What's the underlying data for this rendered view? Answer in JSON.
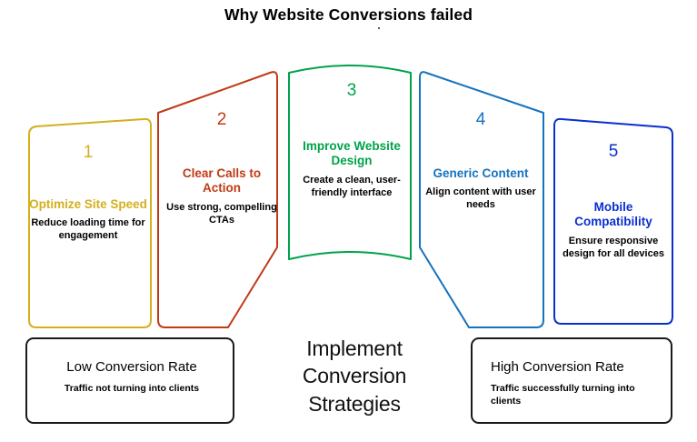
{
  "title": "Why Website Conversions failed",
  "colors": {
    "stage1": "#D4AF1E",
    "stage2": "#C03A16",
    "stage3": "#00A34A",
    "stage4": "#1573BE",
    "stage5": "#0B2FCE",
    "outcome_border": "#1a1a1a",
    "background": "#FFFFFF",
    "text": "#000000"
  },
  "funnel": {
    "stages": [
      {
        "number": "1",
        "heading": "Optimize Site Speed",
        "description": "Reduce loading time for engagement",
        "color": "#D4AF1E"
      },
      {
        "number": "2",
        "heading": "Clear Calls to Action",
        "description": "Use strong, compelling CTAs",
        "color": "#C03A16"
      },
      {
        "number": "3",
        "heading": "Improve Website Design",
        "description": "Create a clean, user-friendly interface",
        "color": "#00A34A"
      },
      {
        "number": "4",
        "heading": "Generic Content",
        "description": "Align content with user needs",
        "color": "#1573BE"
      },
      {
        "number": "5",
        "heading": "Mobile Compatibility",
        "description": "Ensure responsive design for all devices",
        "color": "#0B2FCE"
      }
    ]
  },
  "outcomes": {
    "low": {
      "title": "Low Conversion Rate",
      "subtitle": "Traffic not turning into clients"
    },
    "high": {
      "title": "High Conversion Rate",
      "subtitle": "Traffic successfully turning into clients"
    }
  },
  "center_caption": "Implement Conversion Strategies"
}
